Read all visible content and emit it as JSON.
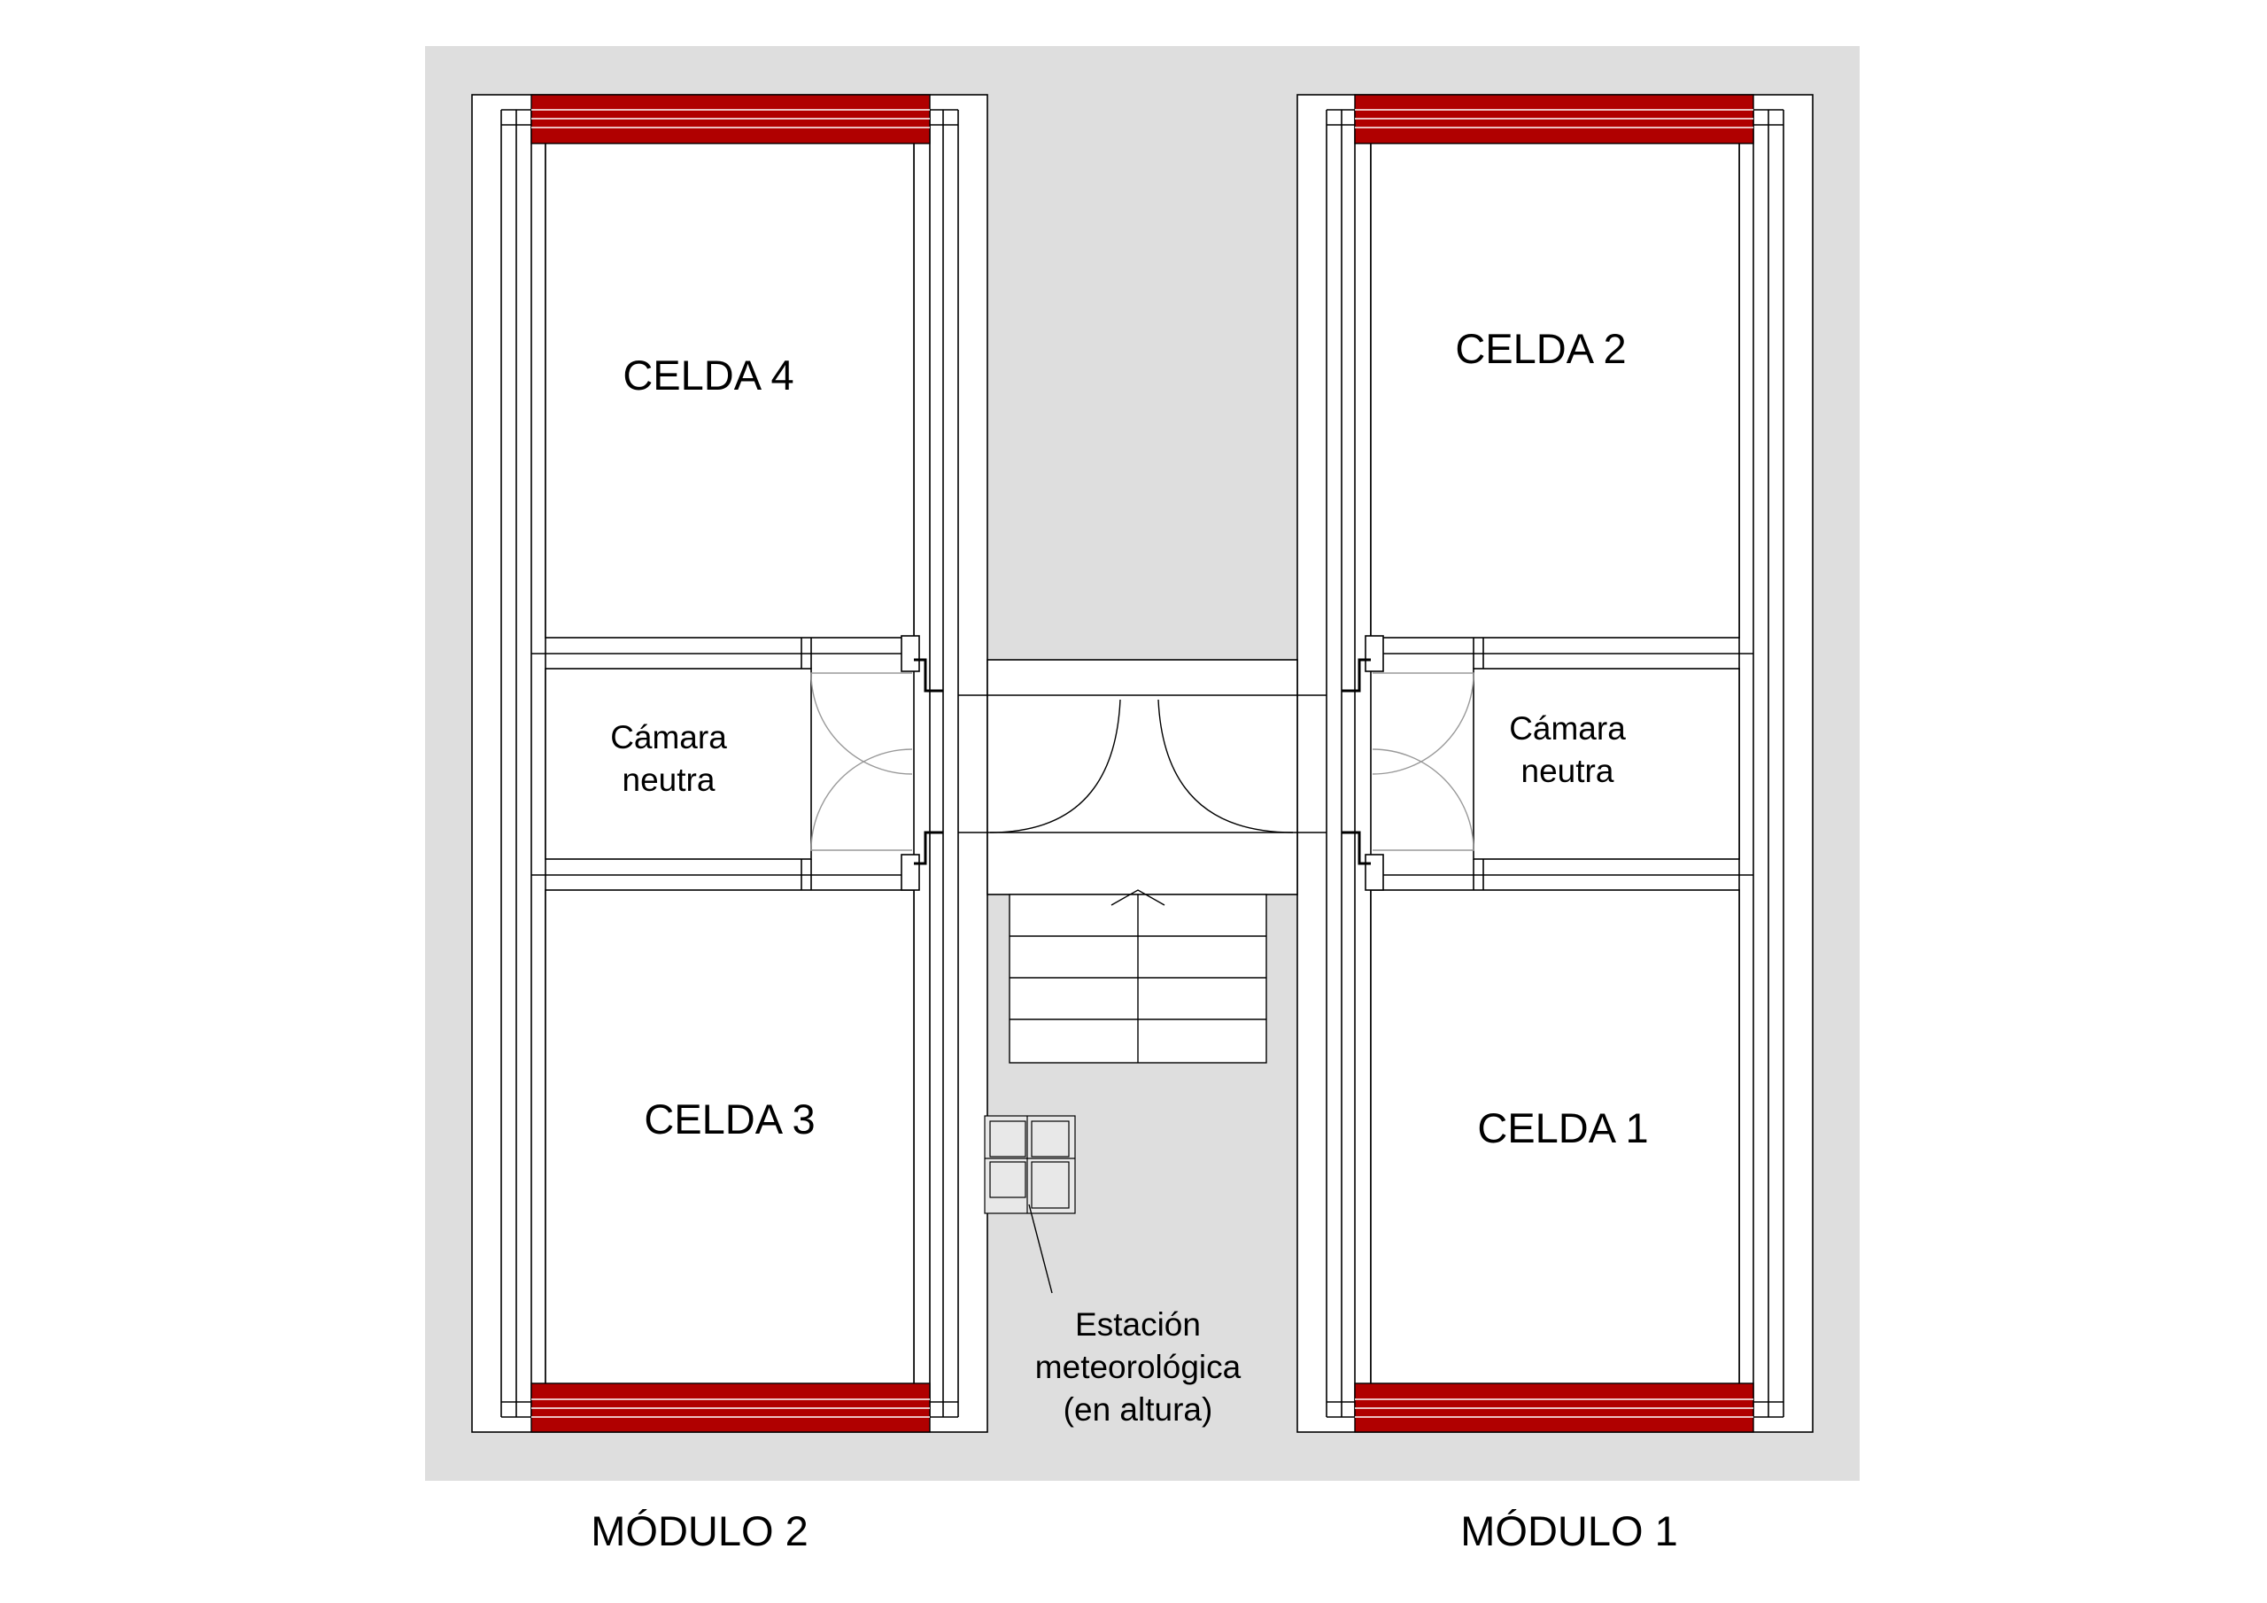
{
  "colors": {
    "background": "#ffffff",
    "site": "#dedede",
    "wall_fill": "#ffffff",
    "line": "#000000",
    "door_arc": "#999999",
    "window": "#b00000"
  },
  "modules": [
    {
      "name": "MÓDULO 2",
      "cells": [
        "CELDA 4",
        "CELDA 3"
      ],
      "neutral_chamber": [
        "Cámara",
        "neutra"
      ]
    },
    {
      "name": "MÓDULO 1",
      "cells": [
        "CELDA 2",
        "CELDA 1"
      ],
      "neutral_chamber": [
        "Cámara",
        "neutra"
      ]
    }
  ],
  "weather_station": {
    "lines": [
      "Estación",
      "meteorológica",
      "(en altura)"
    ]
  }
}
